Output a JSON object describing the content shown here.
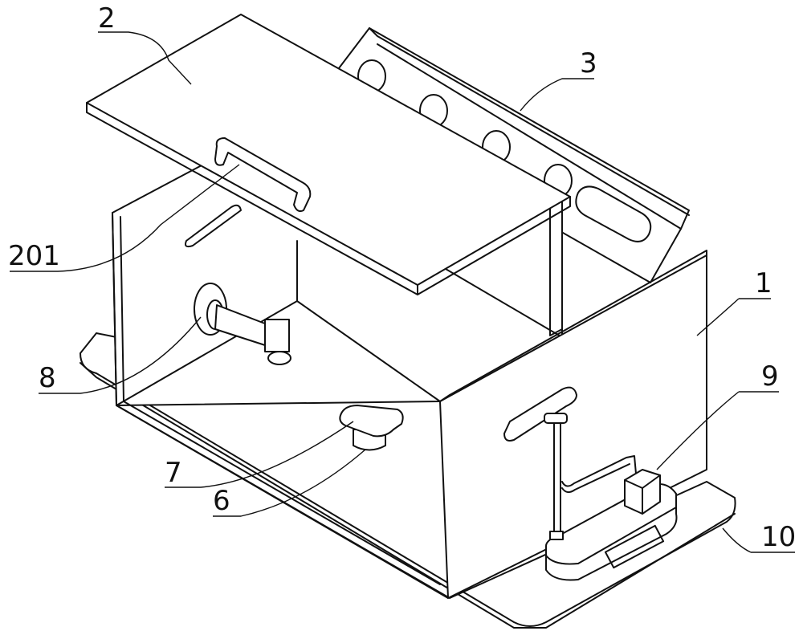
{
  "labels": {
    "lid": "2",
    "rack": "3",
    "handle": "201",
    "box": "1",
    "spray_head": "8",
    "pump": "9",
    "drain_cover": "7",
    "drain": "6",
    "base_plate": "10"
  }
}
